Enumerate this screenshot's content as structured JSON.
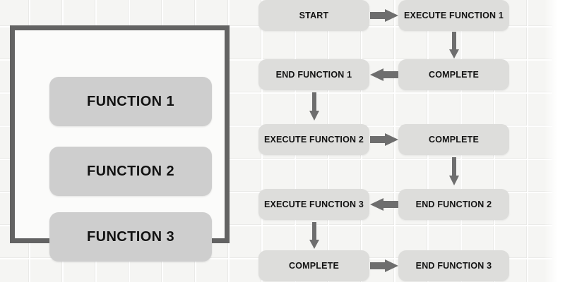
{
  "background": {
    "style": "graph-paper-grid",
    "color": "#f5f5f3",
    "grid_line_color": "#e2e2de"
  },
  "left_panel": {
    "name": "function-list-panel",
    "border_color": "#636363",
    "interior_color": "#fbfbfa",
    "button_color": "#cecece",
    "buttons": [
      {
        "label": "FUNCTION 1"
      },
      {
        "label": "FUNCTION 2"
      },
      {
        "label": "FUNCTION 3"
      }
    ]
  },
  "flowchart": {
    "name": "execution-flow-diagram",
    "node_fill": "#dddddb",
    "arrow_color": "#6e6e6e",
    "nodes": [
      {
        "id": "n1",
        "label": "START",
        "row": 1,
        "column": "left"
      },
      {
        "id": "n2",
        "label": "EXECUTE FUNCTION 1",
        "row": 1,
        "column": "right"
      },
      {
        "id": "n3",
        "label": "END FUNCTION 1",
        "row": 2,
        "column": "left"
      },
      {
        "id": "n4",
        "label": "COMPLETE",
        "row": 2,
        "column": "right"
      },
      {
        "id": "n5",
        "label": "EXECUTE FUNCTION 2",
        "row": 3,
        "column": "left"
      },
      {
        "id": "n6",
        "label": "COMPLETE",
        "row": 3,
        "column": "right"
      },
      {
        "id": "n7",
        "label": "EXECUTE FUNCTION 3",
        "row": 4,
        "column": "left"
      },
      {
        "id": "n8",
        "label": "END FUNCTION 2",
        "row": 4,
        "column": "right"
      },
      {
        "id": "n9",
        "label": "COMPLETE",
        "row": 5,
        "column": "left"
      },
      {
        "id": "n10",
        "label": "END FUNCTION 3",
        "row": 5,
        "column": "right"
      }
    ],
    "arrows": [
      {
        "from": "n1",
        "to": "n2",
        "direction": "right"
      },
      {
        "from": "n2",
        "to": "n4",
        "direction": "down"
      },
      {
        "from": "n4",
        "to": "n3",
        "direction": "left"
      },
      {
        "from": "n3",
        "to": "n5",
        "direction": "down"
      },
      {
        "from": "n5",
        "to": "n6",
        "direction": "right"
      },
      {
        "from": "n6",
        "to": "n8",
        "direction": "down"
      },
      {
        "from": "n8",
        "to": "n7",
        "direction": "left"
      },
      {
        "from": "n7",
        "to": "n9",
        "direction": "down"
      },
      {
        "from": "n9",
        "to": "n10",
        "direction": "right"
      }
    ]
  }
}
